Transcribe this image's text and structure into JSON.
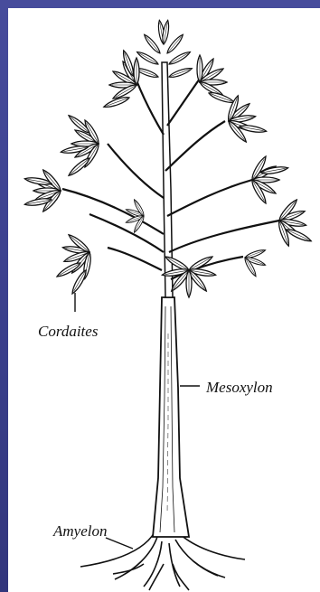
{
  "diagram": {
    "labels": {
      "cordaites": "Cordaites",
      "mesoxylon": "Mesoxylon",
      "amyelon": "Amyelon"
    },
    "colors": {
      "slide_background": "#3c418f",
      "panel": "#ffffff",
      "ink": "#111111"
    }
  }
}
